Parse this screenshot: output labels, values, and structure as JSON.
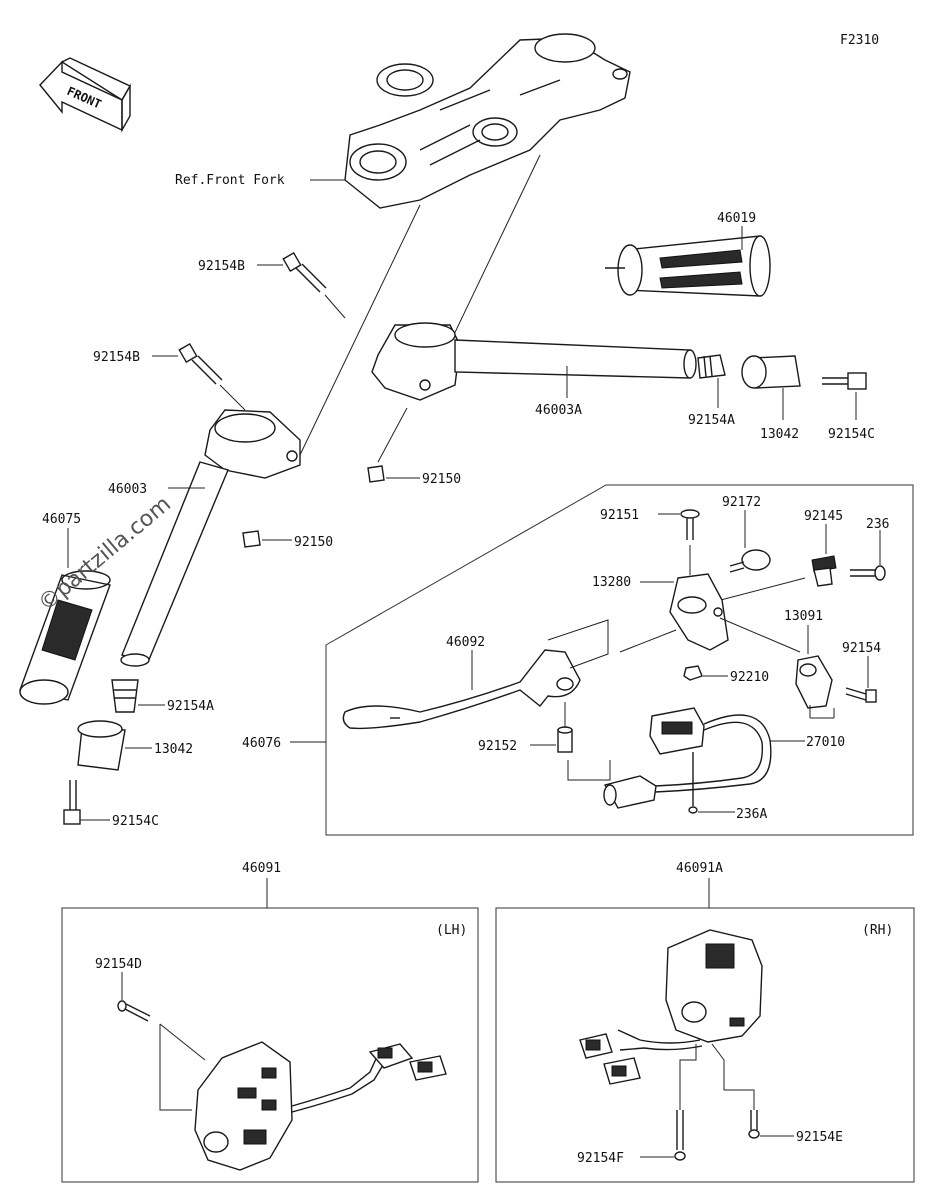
{
  "figure_code": "F2310",
  "front_arrow_label": "FRONT",
  "watermark": "©partzilla.com",
  "ref_label": "Ref.Front Fork",
  "parts": {
    "p46019": "46019",
    "p92154B_1": "92154B",
    "p92154B_2": "92154B",
    "p46003A": "46003A",
    "p92154A_1": "92154A",
    "p13042_1": "13042",
    "p92154C_1": "92154C",
    "p92150_1": "92150",
    "p46003": "46003",
    "p92150_2": "92150",
    "p46075": "46075",
    "p92154A_2": "92154A",
    "p13042_2": "13042",
    "p92154C_2": "92154C",
    "p92151": "92151",
    "p92172": "92172",
    "p92145": "92145",
    "p236": "236",
    "p13280": "13280",
    "p13091": "13091",
    "p92154": "92154",
    "p46092": "46092",
    "p92210": "92210",
    "p46076": "46076",
    "p27010": "27010",
    "p92152": "92152",
    "p236A": "236A",
    "p46091": "46091",
    "p46091A": "46091A",
    "p92154D": "92154D",
    "p92154F": "92154F",
    "p92154E": "92154E"
  },
  "side_labels": {
    "lh": "(LH)",
    "rh": "(RH)"
  }
}
